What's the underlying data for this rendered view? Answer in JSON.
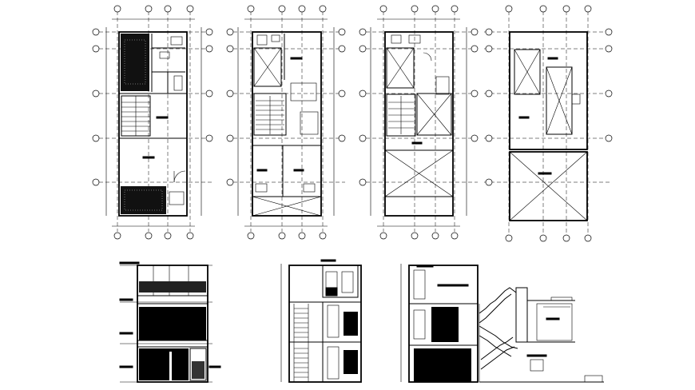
{
  "drawing": {
    "line_color": "#000000",
    "background": "#ffffff",
    "plans": [
      {
        "id": "plan-1",
        "kind": "floor-plan",
        "grid_x_bubbles": 4,
        "grid_y_bubbles": 5
      },
      {
        "id": "plan-2",
        "kind": "floor-plan",
        "grid_x_bubbles": 4,
        "grid_y_bubbles": 5
      },
      {
        "id": "plan-3",
        "kind": "floor-plan",
        "grid_x_bubbles": 4,
        "grid_y_bubbles": 5
      },
      {
        "id": "plan-4",
        "kind": "roof-plan",
        "grid_x_bubbles": 4,
        "grid_y_bubbles": 5
      }
    ],
    "sections": [
      {
        "id": "facade",
        "kind": "elevation"
      },
      {
        "id": "section-a",
        "kind": "section"
      },
      {
        "id": "section-b",
        "kind": "section"
      }
    ]
  }
}
